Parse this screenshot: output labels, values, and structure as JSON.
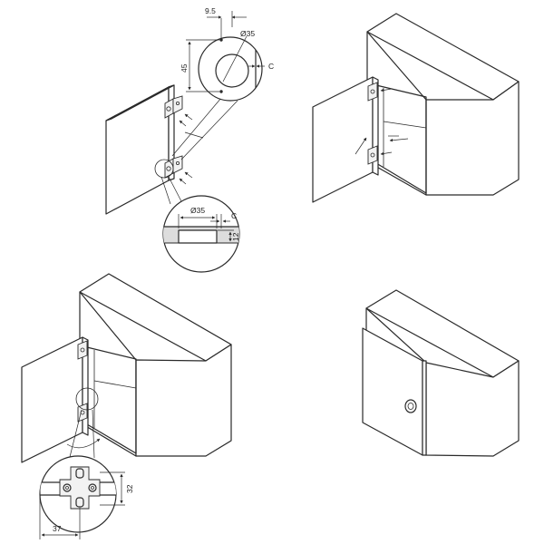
{
  "dimensions": {
    "hinge_offset": "9.5",
    "hole_spacing": "45",
    "cup_diameter_top": "Ø35",
    "edge_distance_top": "C",
    "cup_diameter_section": "Ø35",
    "edge_distance_section": "C",
    "cup_depth": "12",
    "plate_height": "32",
    "plate_setback": "37"
  },
  "colors": {
    "line": "#2a2a2a",
    "background": "#ffffff",
    "hardware_fill": "#f2f2f2"
  }
}
